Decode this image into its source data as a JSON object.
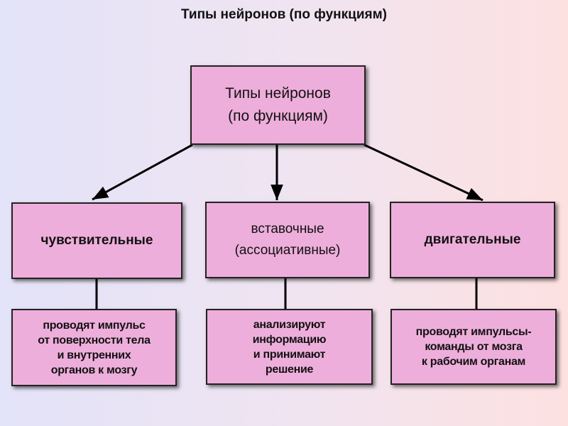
{
  "title": "Типы нейронов (по функциям)",
  "root": "Типы нейронов\n(по функциям)",
  "types": [
    {
      "name": "чувствительные",
      "description": "проводят импульс\nот поверхности тела\nи внутренних\nорганов к мозгу"
    },
    {
      "name": "вставочные\n(ассоциативные)",
      "description": "анализируют\nинформацию\nи принимают\nрешение"
    },
    {
      "name": "двигательные",
      "description": "проводят импульсы-\nкоманды от мозга\nк рабочим органам"
    }
  ],
  "colors": {
    "box": "#eeaedb",
    "border": "#222222"
  }
}
